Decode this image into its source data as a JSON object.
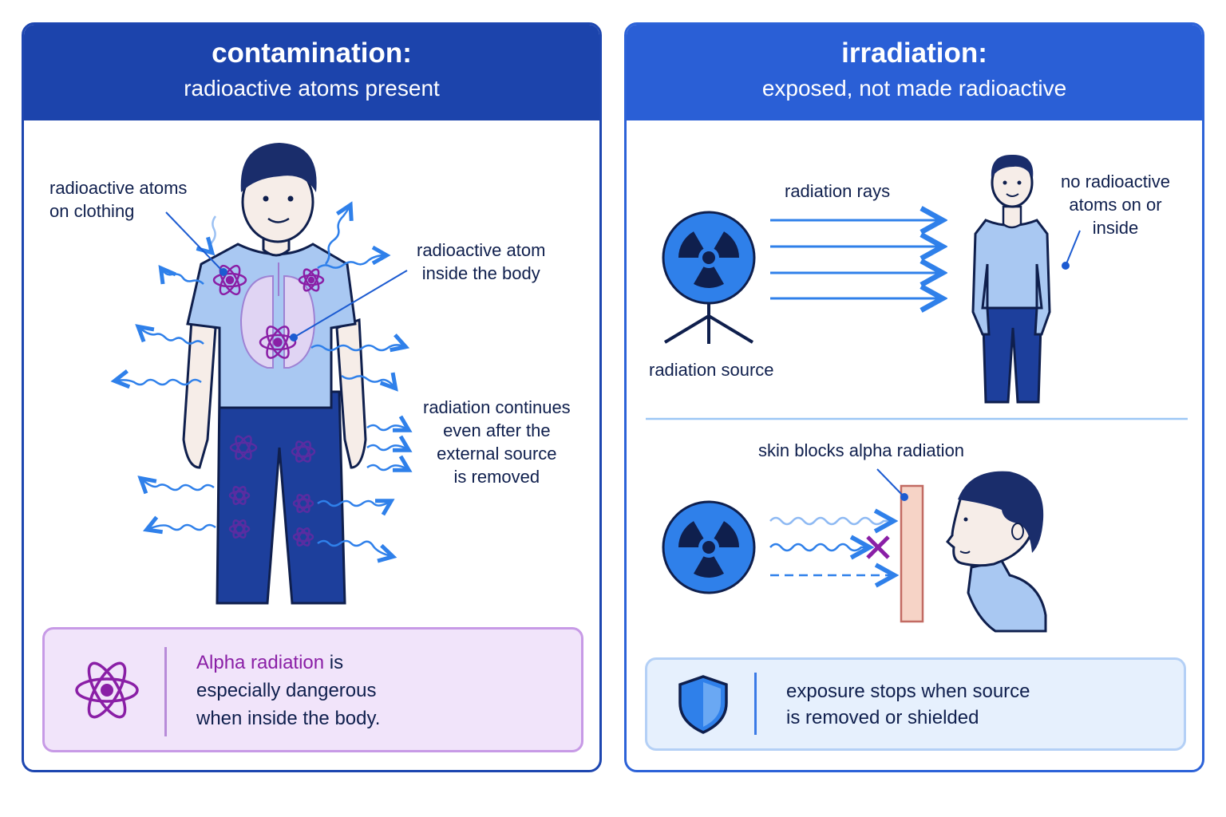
{
  "left_panel": {
    "title": "contamination:",
    "subtitle": "radioactive atoms present",
    "label_clothing": [
      "radioactive atoms",
      "on clothing"
    ],
    "label_inside": [
      "radioactive atom",
      "inside the body"
    ],
    "label_continues": [
      "radiation continues",
      "even after the",
      "external source",
      "is removed"
    ],
    "note_highlight": "Alpha radiation",
    "note_after_highlight": " is",
    "note_line2": "especially dangerous",
    "note_line3": "when inside the body."
  },
  "right_panel": {
    "title": "irradiation:",
    "subtitle": "exposed, not made radioactive",
    "label_rays": "radiation rays",
    "label_source": "radiation source",
    "label_no_atoms": [
      "no radioactive",
      "atoms on or",
      "inside"
    ],
    "label_skin": "skin blocks alpha radiation",
    "note_line1": "exposure stops when source",
    "note_line2": "is removed or shielded"
  },
  "icons": [
    "atom-icon",
    "radiation-trefoil-icon",
    "shield-icon",
    "blocked-x-icon",
    "wavy-arrow-icon",
    "person-figure",
    "skin-barrier"
  ],
  "colors": {
    "header_left": "#1c44ac",
    "header_right": "#2a5fd6",
    "atom_purple": "#8a1fa6",
    "ray_blue": "#2f80ea",
    "shirt_blue": "#a9c8f2",
    "pants_blue": "#1d3f9c",
    "note_purple_bg": "#f1e4fa",
    "note_blue_bg": "#e6f0fd",
    "skin_barrier": "#f6d3c6"
  }
}
